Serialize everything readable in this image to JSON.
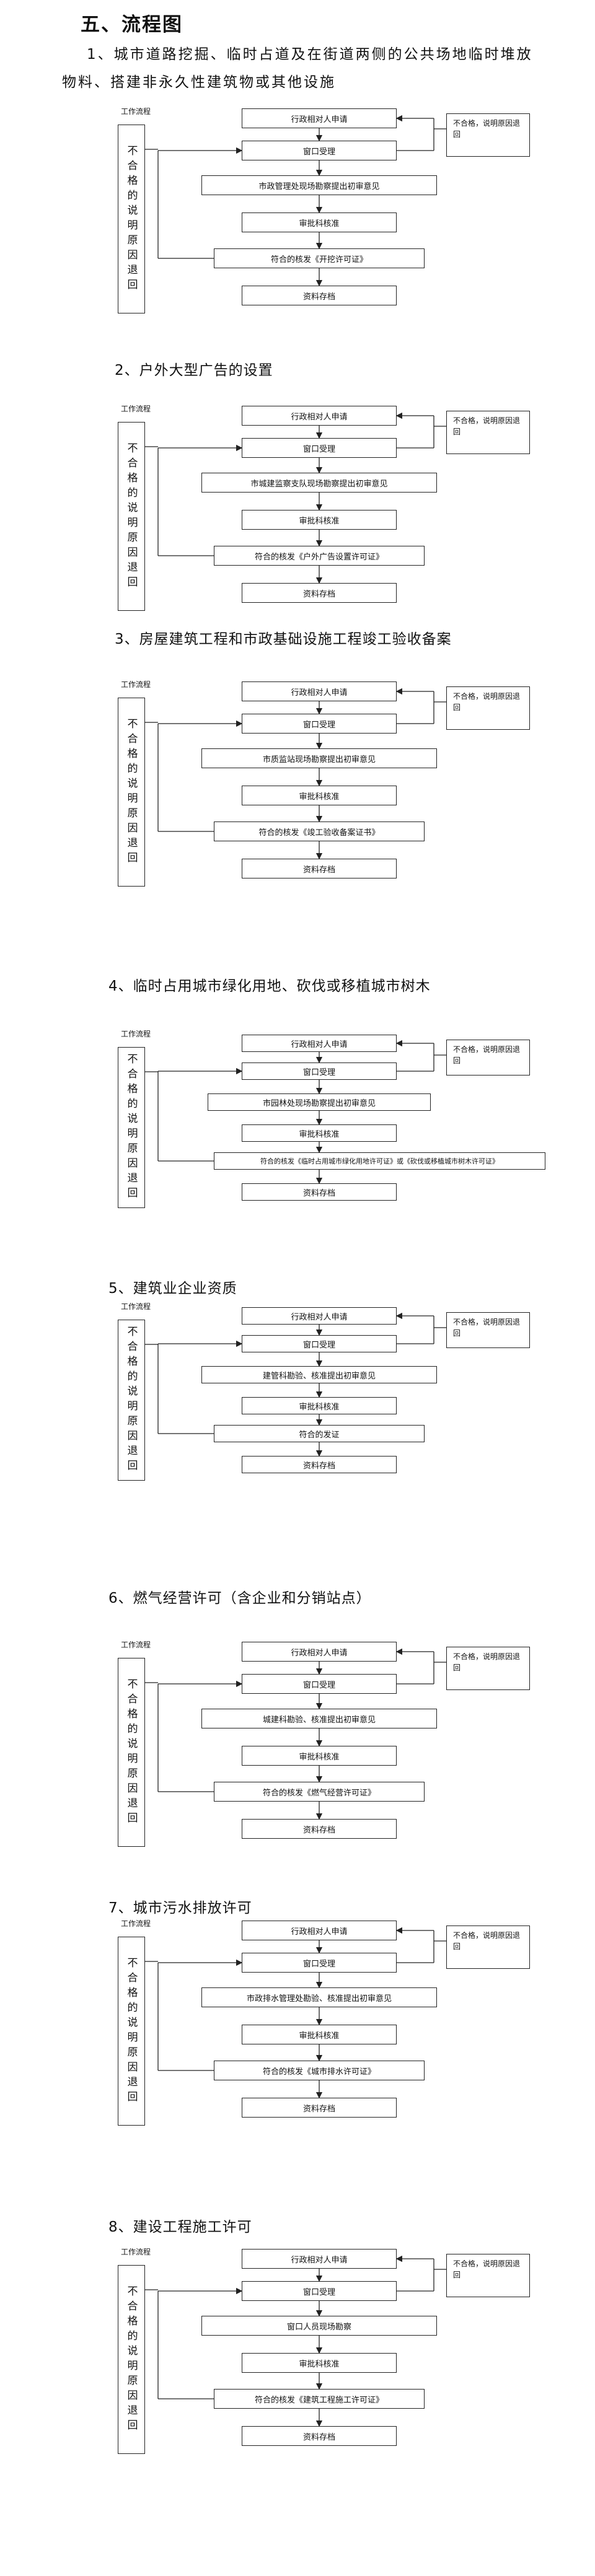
{
  "page_title": "五、流程图",
  "intro": {
    "line1": "1、城市道路挖掘、临时占道及在街道两侧的公共场地临时堆放",
    "line2": "物料、搭建非永久性建筑物或其他设施"
  },
  "common": {
    "work_flow": "工作流程",
    "reject_note": "不合格，说明原因退回",
    "side_note": "不合格的说明原因退回",
    "apply": "行政相对人申请",
    "accept": "窗口受理",
    "approve": "审批科核准",
    "archive": "资料存档"
  },
  "sections": [
    {
      "heading": "",
      "review": "市政管理处现场勘察提出初审意见",
      "issue": "符合的核发《开挖许可证》"
    },
    {
      "heading": "2、户外大型广告的设置",
      "review": "市城建监察支队现场勘察提出初审意见",
      "issue": "符合的核发《户外广告设置许可证》"
    },
    {
      "heading": "3、房屋建筑工程和市政基础设施工程竣工验收备案",
      "review": "市质监站现场勘察提出初审意见",
      "issue": "符合的核发《竣工验收备案证书》"
    },
    {
      "heading": "4、临时占用城市绿化用地、砍伐或移植城市树木",
      "review": "市园林处现场勘察提出初审意见",
      "issue": "符合的核发《临时占用城市绿化用地许可证》或《砍伐或移植城市树木许可证》"
    },
    {
      "heading": "5、建筑业企业资质",
      "review": "建管科勘验、核准提出初审意见",
      "issue": "符合的发证"
    },
    {
      "heading": "6、燃气经营许可（含企业和分销站点）",
      "review": "城建科勘验、核准提出初审意见",
      "issue": "符合的核发《燃气经营许可证》"
    },
    {
      "heading": "7、城市污水排放许可",
      "review": "市政排水管理处勘验、核准提出初审意见",
      "issue": "符合的核发《城市排水许可证》"
    },
    {
      "heading": "8、建设工程施工许可",
      "review": "窗口人员现场勘察",
      "issue": "符合的核发《建筑工程施工许可证》"
    }
  ]
}
